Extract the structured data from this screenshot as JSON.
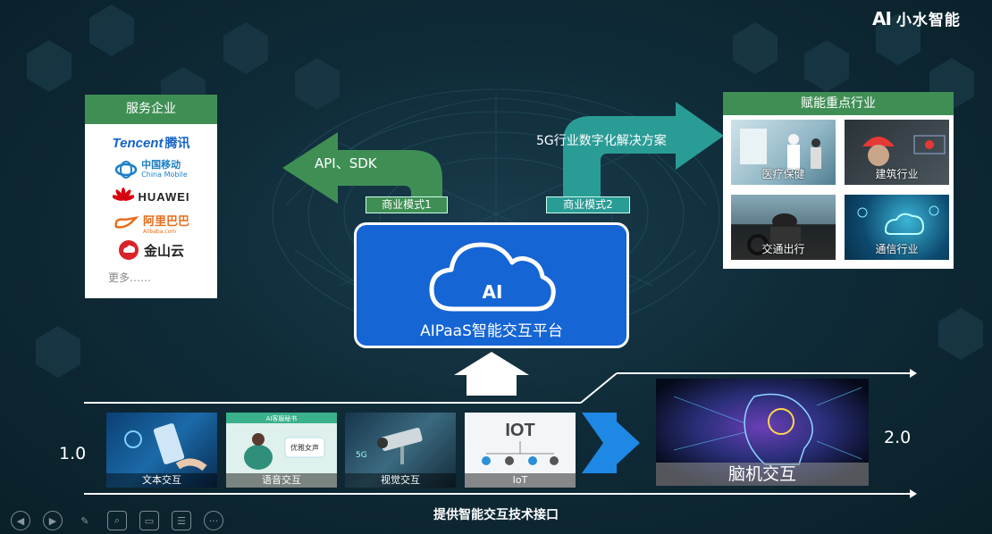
{
  "brand": {
    "mark": "AI",
    "name": "小水智能"
  },
  "left_panel": {
    "title": "服务企业",
    "companies": [
      {
        "name": "Tencent",
        "native": "腾讯"
      },
      {
        "name": "中国移动",
        "sub": "China Mobile"
      },
      {
        "name": "HUAWEI"
      },
      {
        "name": "阿里巴巴",
        "sub": "Alibaba.com"
      },
      {
        "name": "金山云"
      }
    ],
    "more": "更多……"
  },
  "right_panel": {
    "title": "赋能重点行业",
    "industries": [
      "医疗保健",
      "建筑行业",
      "交通出行",
      "通信行业"
    ]
  },
  "left_arrow_label": "API、SDK",
  "right_arrow_label": "5G行业数字化解决方案",
  "mode1": "商业模式1",
  "mode2": "商业模式2",
  "platform": {
    "mark": "AI",
    "title": "AIPaaS智能交互平台"
  },
  "version_left": "1.0",
  "version_right": "2.0",
  "modules": [
    {
      "caption": "文本交互"
    },
    {
      "caption": "语音交互",
      "header": "AI客服秘书",
      "badge": "优雅女声"
    },
    {
      "caption": "视觉交互",
      "tag": "5G"
    },
    {
      "caption": "IoT",
      "title": "IOT"
    }
  ],
  "brain_machine": "脑机交互",
  "bottom_title": "提供智能交互技术接口",
  "colors": {
    "green": "#3f8f55",
    "teal": "#2a9c96",
    "blue": "#1565d4"
  }
}
